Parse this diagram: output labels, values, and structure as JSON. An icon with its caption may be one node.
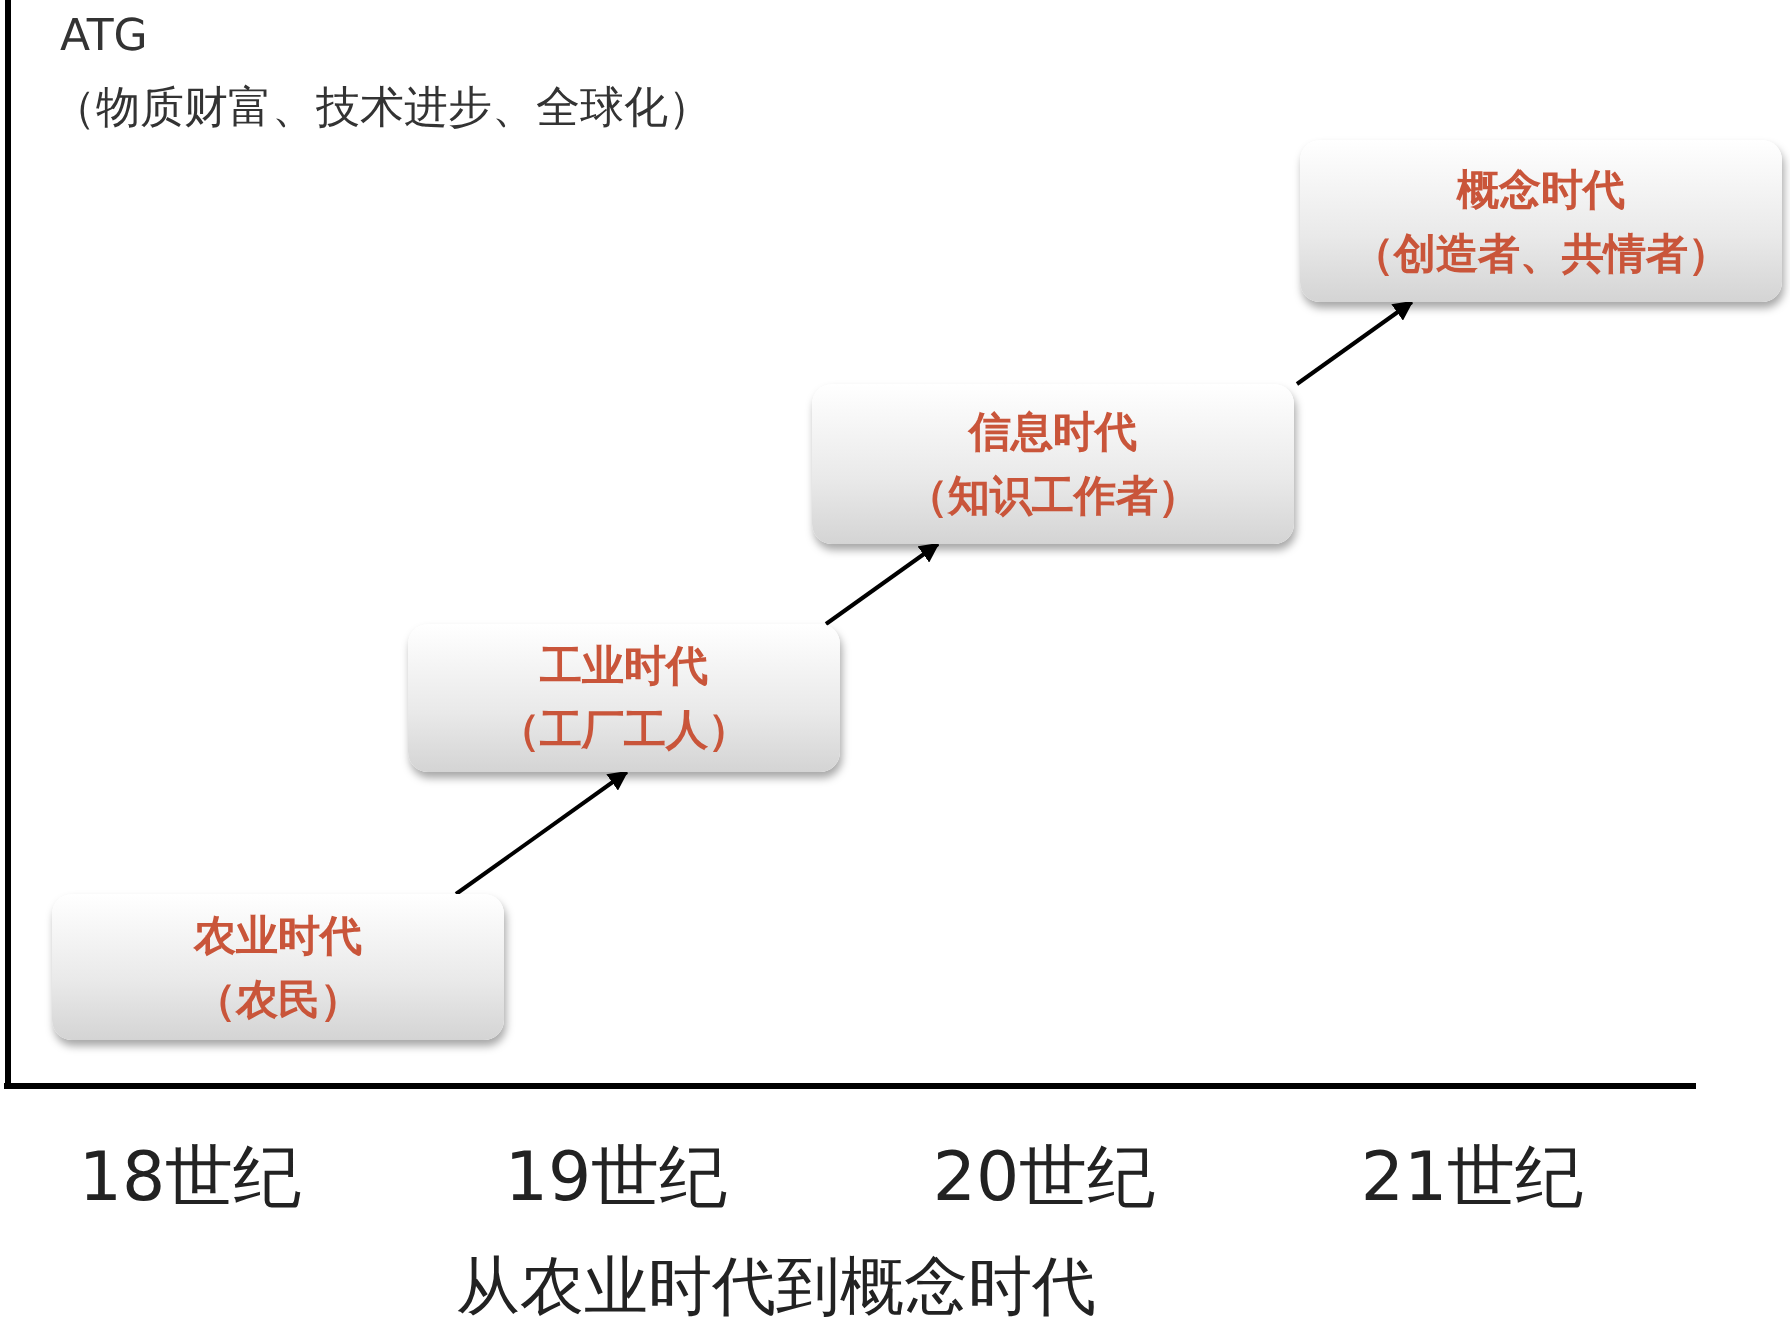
{
  "diagram": {
    "caption": "从农业时代到概念时代",
    "nodes": [
      {
        "text": [
          "农业时代",
          "（农民）"
        ]
      },
      {
        "text": [
          "工业时代",
          "（工厂工人）"
        ]
      },
      {
        "text": [
          "信息时代",
          "（知识工作者）"
        ]
      },
      {
        "text": [
          "概念时代",
          "（创造者、共情者）"
        ]
      }
    ],
    "edges": [
      {
        "from": 0,
        "to": 1,
        "arrow": "to"
      },
      {
        "from": 1,
        "to": 2,
        "arrow": "to"
      },
      {
        "from": 2,
        "to": 3,
        "arrow": "to"
      }
    ],
    "labels": [
      "ATG",
      "（物质财富、技术进步、全球化）",
      "18世纪",
      "19世纪",
      "20世纪",
      "21世纪"
    ]
  }
}
